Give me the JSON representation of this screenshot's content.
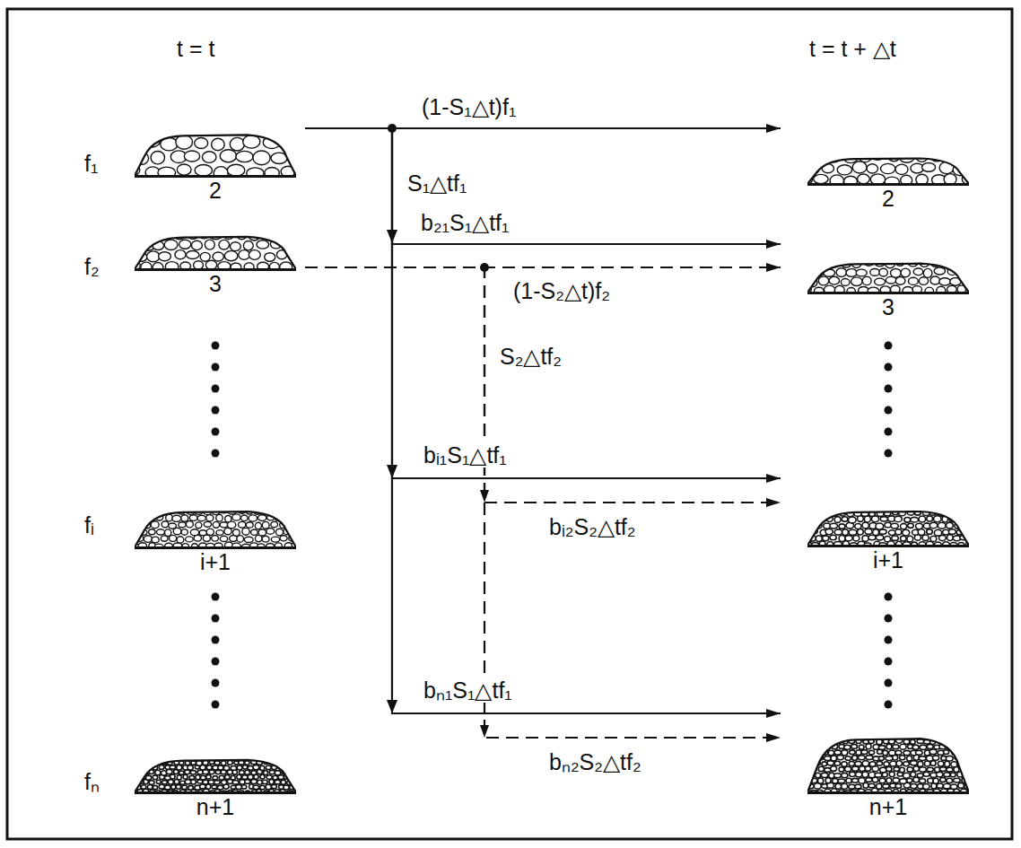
{
  "diagram": {
    "nodes": [
      {
        "text": [
          "2"
        ]
      },
      {
        "text": [
          "3"
        ]
      },
      {
        "text": [
          "i+1"
        ]
      },
      {
        "text": [
          "n+1"
        ]
      },
      {
        "text": [
          "2"
        ]
      },
      {
        "text": [
          "3"
        ]
      },
      {
        "text": [
          "i+1"
        ]
      },
      {
        "text": [
          "n+1"
        ]
      }
    ],
    "edges": [
      {
        "from": 0,
        "to": 4,
        "arrow": "to",
        "label": "(1-S₁△t)f₁"
      },
      {
        "from": 0,
        "to": 5,
        "arrow": "to",
        "label": "b₂₁S₁△tf₁"
      },
      {
        "from": 1,
        "to": 5,
        "arrow": "to",
        "label": "(1-S₂△t)f₂"
      },
      {
        "from": 0,
        "to": 6,
        "arrow": "to",
        "label": "bᵢ₁S₁△tf₁"
      },
      {
        "from": 1,
        "to": 6,
        "arrow": "to",
        "label": "bᵢ₂S₂△tf₂"
      },
      {
        "from": 0,
        "to": 7,
        "arrow": "to",
        "label": "bₙ₁S₁△tf₁"
      },
      {
        "from": 1,
        "to": 7,
        "arrow": "to",
        "label": "bₙ₂S₂△tf₂"
      }
    ],
    "labels": [
      "t = t",
      "t = t + △t",
      "f₁",
      "f₂",
      "fᵢ",
      "fₙ",
      "S₁△tf₁",
      "S₂△tf₂"
    ]
  }
}
